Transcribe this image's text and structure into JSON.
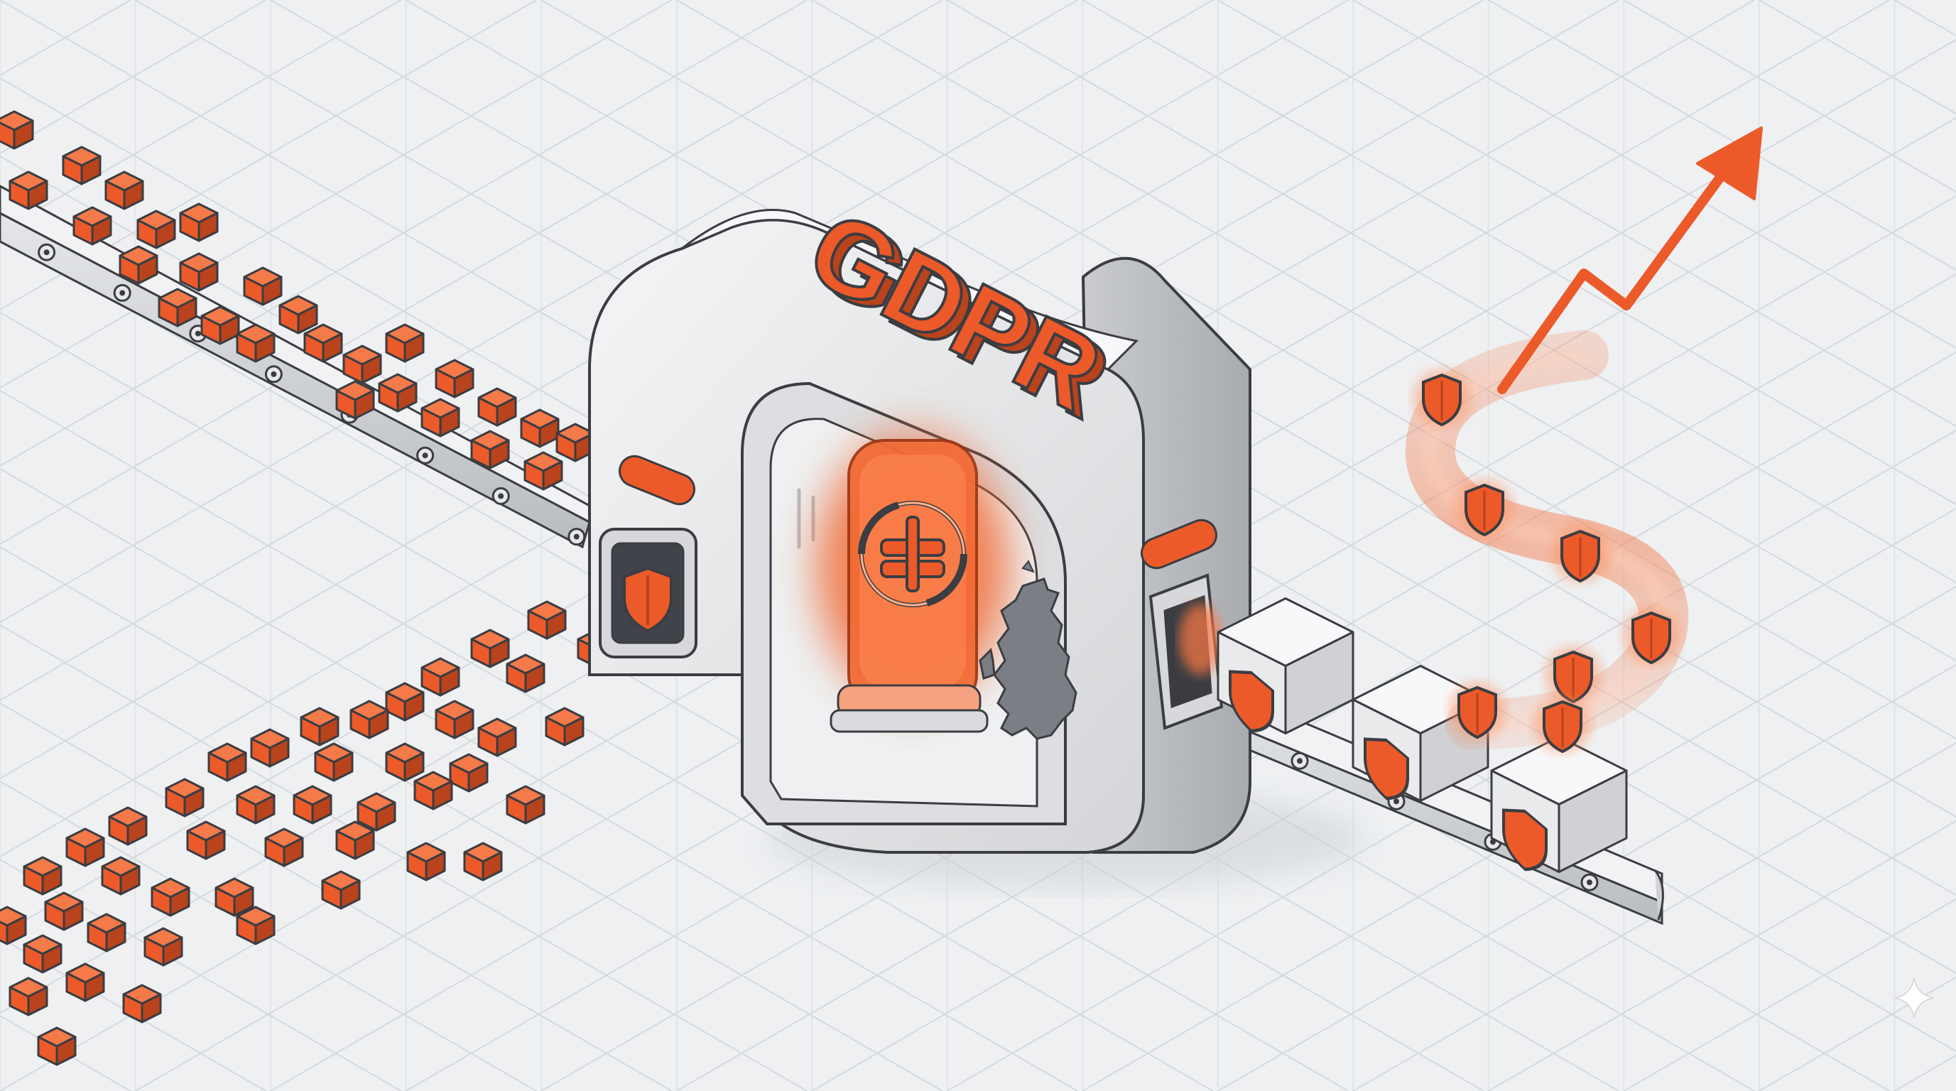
{
  "machine": {
    "sign_text": "GDPR"
  },
  "colors": {
    "accent": "#ec5a2a",
    "accent_dark": "#b8431c",
    "accent_light": "#f47a4a",
    "glow": "#ff8a55",
    "machine_light": "#e9eaec",
    "machine_mid": "#cfd1d4",
    "machine_dark": "#a9acb1",
    "outline": "#3b3d42",
    "grid": "#d6d9dd",
    "background": "#eef0f2"
  },
  "icons": {
    "input_port": "shield-icon",
    "core": "encryption-lock-icon",
    "region": "uk-map-icon",
    "output_cube": "shield-icon",
    "trend": "arrow-up-right-icon",
    "corner_mark": "sparkle-icon"
  },
  "flow": {
    "raw_cubes_count": 70,
    "secured_boxes_count": 3,
    "shield_tokens_count": 7
  }
}
